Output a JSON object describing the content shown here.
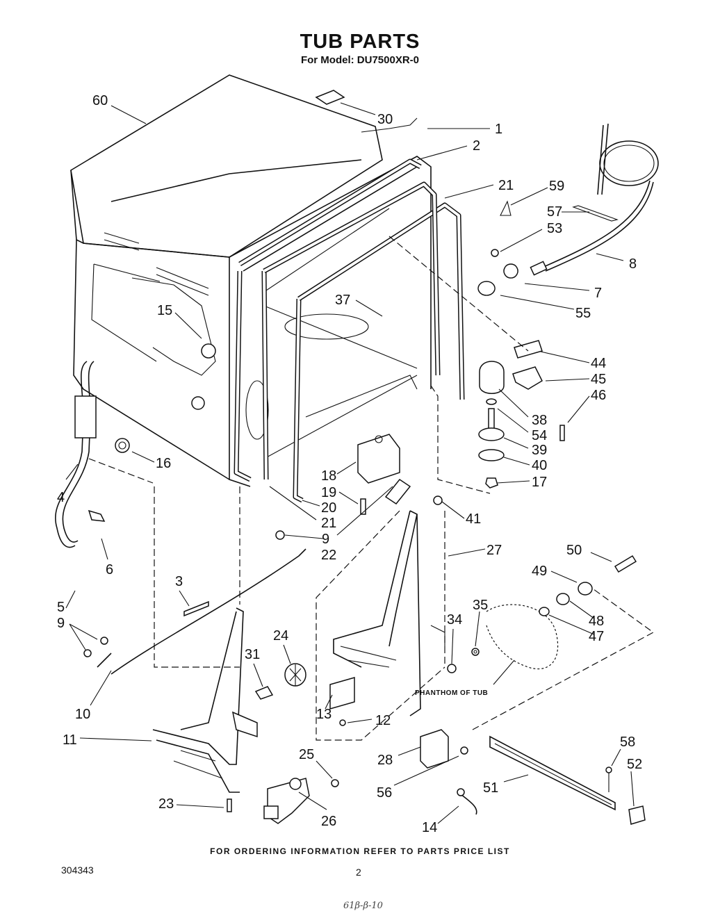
{
  "header": {
    "title": "TUB PARTS",
    "subtitle": "For Model: DU7500XR-0"
  },
  "callouts": [
    "60",
    "30",
    "1",
    "2",
    "21",
    "59",
    "57",
    "53",
    "8",
    "7",
    "55",
    "37",
    "15",
    "44",
    "45",
    "46",
    "38",
    "54",
    "39",
    "40",
    "17",
    "16",
    "18",
    "19",
    "20",
    "21",
    "41",
    "4",
    "6",
    "9",
    "22",
    "27",
    "50",
    "49",
    "48",
    "47",
    "5",
    "3",
    "9",
    "35",
    "34",
    "24",
    "31",
    "10",
    "13",
    "12",
    "11",
    "25",
    "28",
    "58",
    "52",
    "56",
    "51",
    "26",
    "23",
    "14"
  ],
  "annotation": "PHANTHOM OF TUB",
  "footer": {
    "ordering_note": "FOR ORDERING INFORMATION REFER TO PARTS PRICE LIST",
    "document_number": "304343",
    "page_number": "2",
    "handwritten_note": "61β-β-10"
  }
}
